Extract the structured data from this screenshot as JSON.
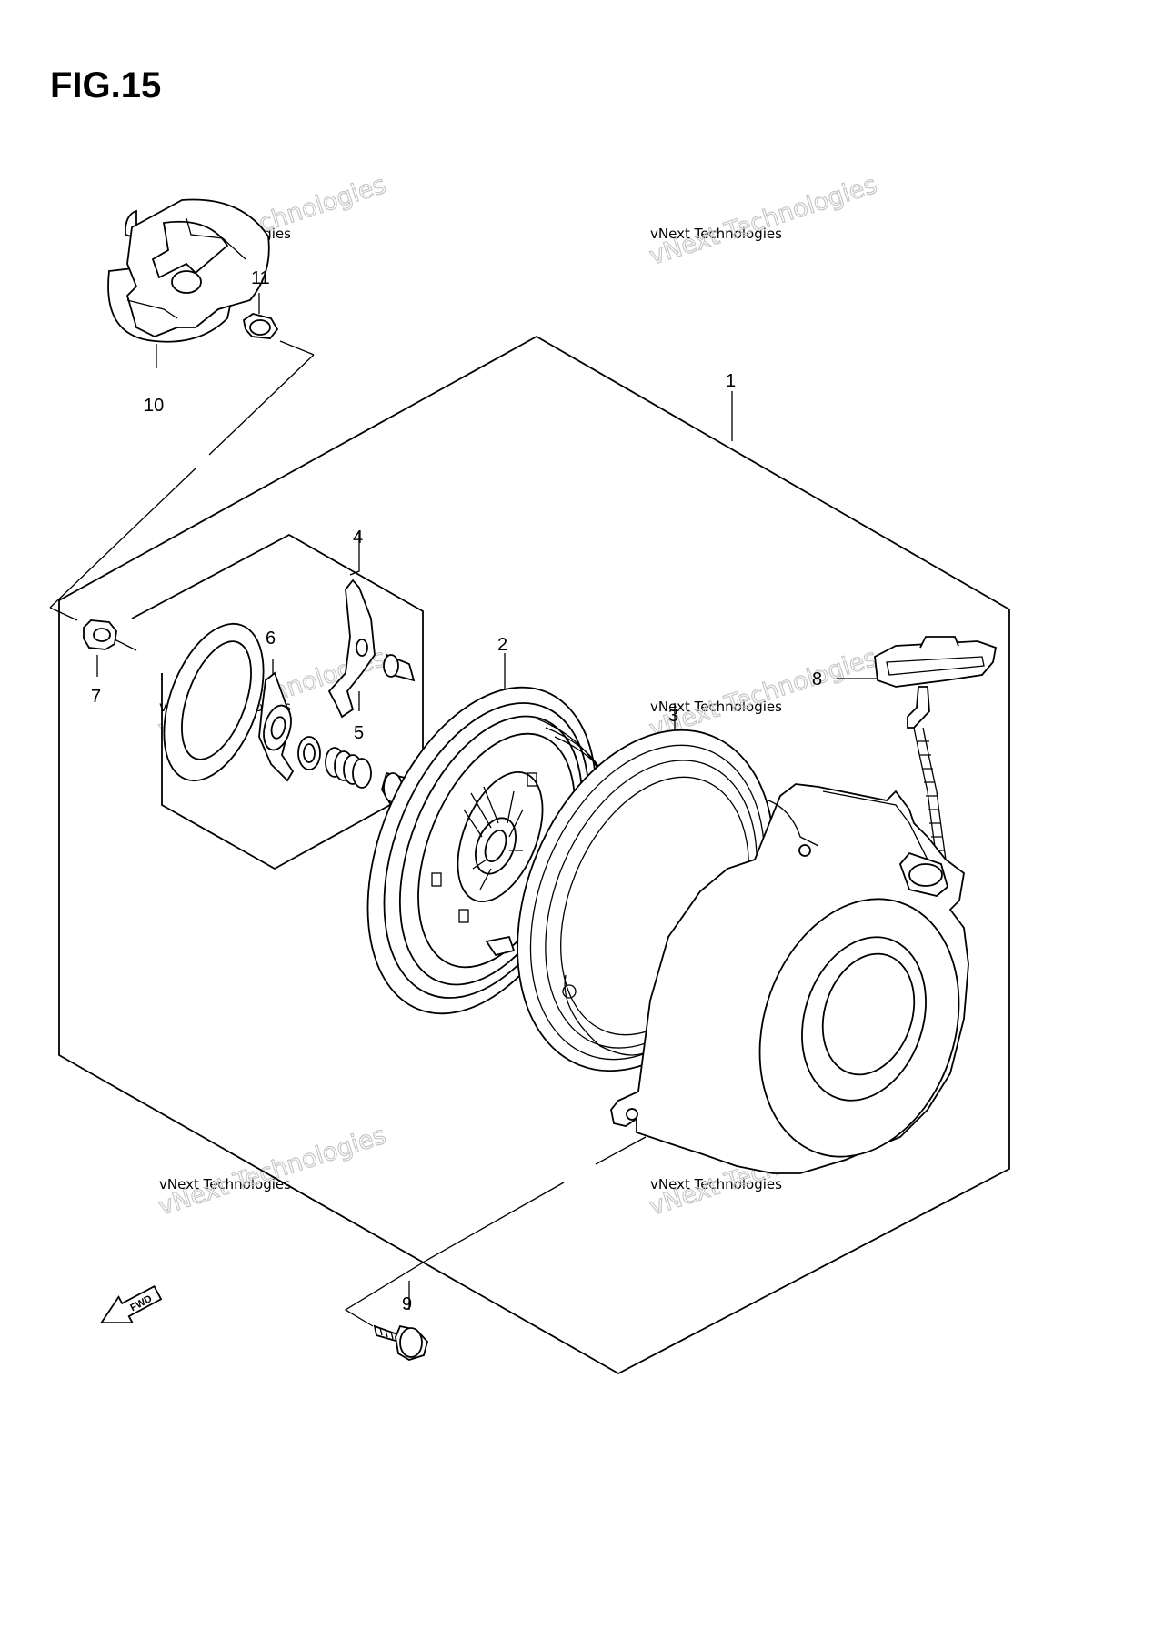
{
  "figure": {
    "title": "FIG.15"
  },
  "callouts": [
    "1",
    "2",
    "3",
    "4",
    "5",
    "6",
    "7",
    "8",
    "9",
    "10",
    "11"
  ],
  "fwd_label": "FWD",
  "watermark": {
    "line1": "vNext Technologies",
    "line2": "vNext Technologies"
  }
}
